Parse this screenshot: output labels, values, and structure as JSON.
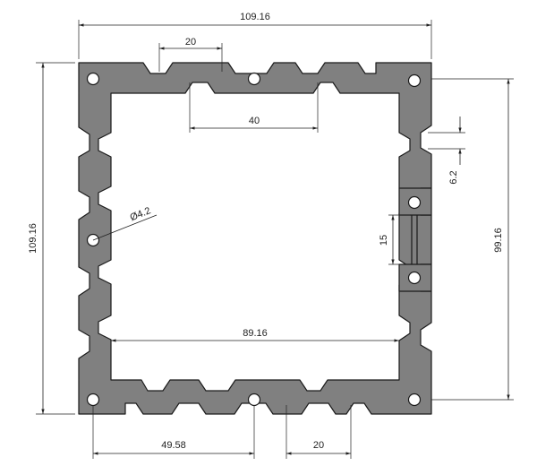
{
  "dimensions": {
    "overall_width": "109.16",
    "overall_height": "109.16",
    "slot_pitch_top": "20",
    "slot_width_40": "40",
    "hole_diameter": "Ø4.2",
    "inner_width": "89.16",
    "right_height": "99.16",
    "gap_15": "15",
    "slot_6_2": "6.2",
    "bottom_offset": "49.58",
    "bottom_pitch": "20"
  },
  "colors": {
    "profile_fill": "#808080",
    "outline": "#1a1a1a",
    "dimension": "#222222"
  }
}
